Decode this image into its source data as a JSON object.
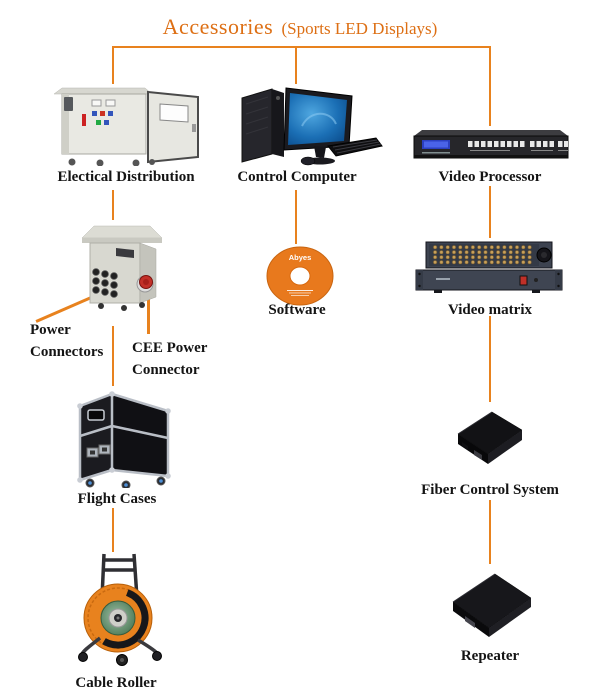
{
  "colors": {
    "accent": "#E8821E",
    "title": "#DD6F14",
    "label": "#141414"
  },
  "title": {
    "main": "Accessories",
    "sub": "(Sports LED Displays)"
  },
  "labels": {
    "electrical_distribution": "Electical Distribution",
    "control_computer": "Control Computer",
    "video_processor": "Video Processor",
    "power_connectors_line1": "Power",
    "power_connectors_line2": "Connectors",
    "cee_power_line1": "CEE Power",
    "cee_power_line2": "Connector",
    "software": "Software",
    "video_matrix": "Video matrix",
    "flight_cases": "Flight Cases",
    "fiber_control_system": "Fiber Control System",
    "cable_roller": "Cable Roller",
    "repeater": "Repeater"
  },
  "cd": {
    "brand": "Abyes"
  }
}
